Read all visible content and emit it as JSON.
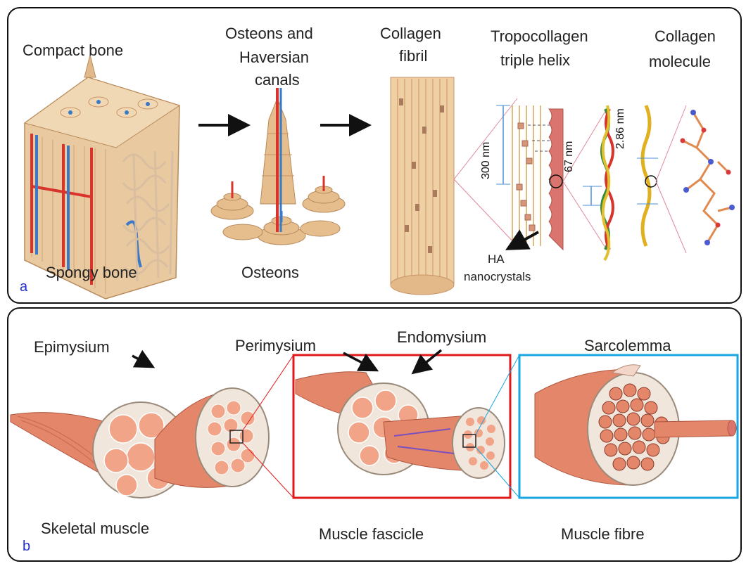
{
  "panel_a": {
    "letter": "a",
    "compact_bone": "Compact bone",
    "spongy_bone": "Spongy bone",
    "osteons_title": [
      "Osteons and",
      "Haversian",
      "canals"
    ],
    "osteons": "Osteons",
    "collagen_fibril": [
      "Collagen",
      "fibril"
    ],
    "tropocollagen": [
      "Tropocollagen",
      "triple helix"
    ],
    "collagen_molecule": [
      "Collagen",
      "molecule"
    ],
    "dim_300": "300 nm",
    "dim_67": "67 nm",
    "dim_286": "2.86 nm",
    "ha_label": [
      "HA",
      "nanocrystals"
    ]
  },
  "panel_b": {
    "letter": "b",
    "epimysium": "Epimysium",
    "perimysium": "Perimysium",
    "endomysium": "Endomysium",
    "sarcolemma": "Sarcolemma",
    "skeletal_muscle": "Skeletal muscle",
    "muscle_fascicle": "Muscle fascicle",
    "muscle_fibre": "Muscle fibre"
  },
  "colors": {
    "bone": "#e9c9a0",
    "bone_dark": "#c89464",
    "muscle": "#e3866a",
    "muscle_light": "#f2a488",
    "artery": "#d8342c",
    "vein": "#3a78c8",
    "red_box": "#e0181a",
    "blue_box": "#1aa6e0",
    "dim_blue": "#4a90d8",
    "letter": "#2030d0"
  }
}
